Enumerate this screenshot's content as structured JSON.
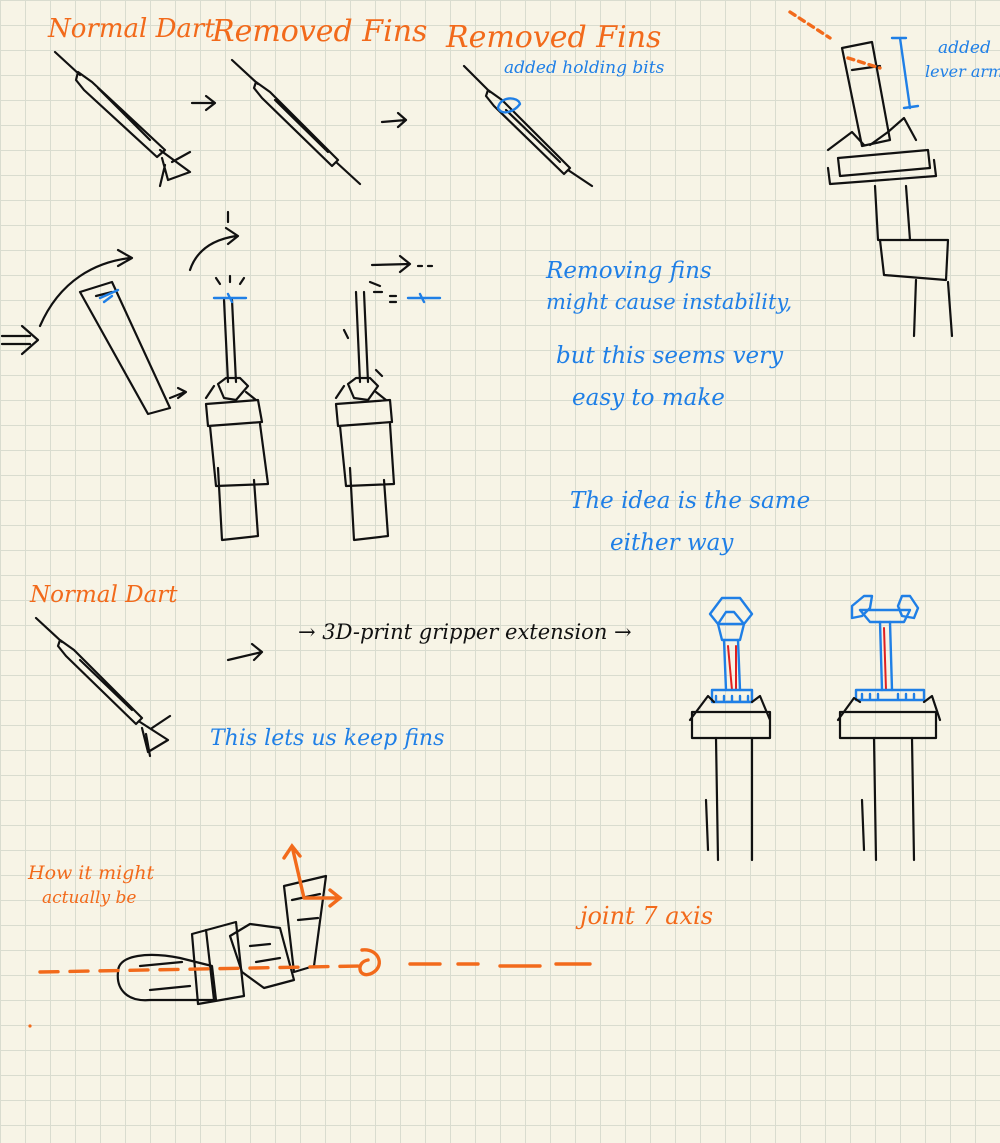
{
  "notes": {
    "normal_dart_top": "Normal Dart",
    "removed_fins_1": "Removed Fins",
    "removed_fins_2": "Removed Fins",
    "added_holding_bits": "added holding bits",
    "added_lever_arm_1": "added",
    "added_lever_arm_2": "lever arm",
    "removing_fins_1": "Removing fins",
    "removing_fins_2": "might cause instability,",
    "removing_fins_3": "but this seems very",
    "removing_fins_4": "easy to make",
    "idea_1": "The idea is the same",
    "idea_2": "either way",
    "normal_dart_bottom": "Normal Dart",
    "gripper_extension": "→ 3D-print gripper extension →",
    "keep_fins": "This lets us keep fins",
    "how_it_might_1": "How it might",
    "how_it_might_2": "actually be",
    "joint_axis": "joint 7 axis"
  },
  "colors": {
    "paper": "#f7f4e6",
    "grid": "#d9dccf",
    "ink_black": "#111111",
    "ink_orange": "#f26a1b",
    "ink_blue": "#1f7fe6",
    "ink_red": "#e02020"
  }
}
